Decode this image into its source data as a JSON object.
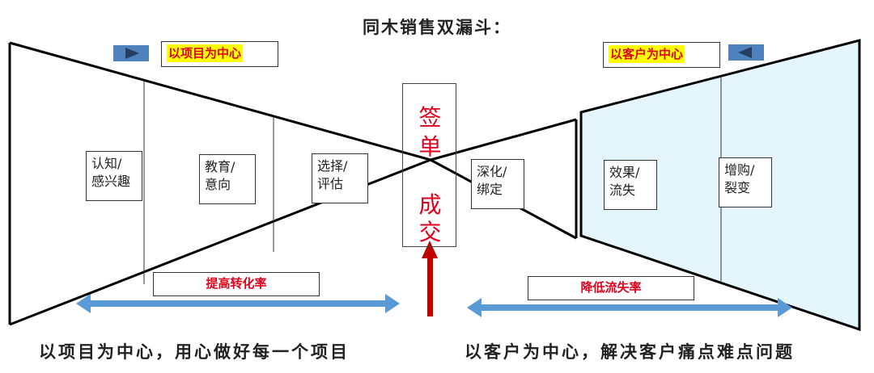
{
  "title": "同木销售双漏斗：",
  "left_funnel": {
    "tag": "以项目为中心",
    "stages": [
      "认知/\n感兴趣",
      "教育/\n意向",
      "选择/\n评估"
    ],
    "rate_label": "提高转化率",
    "caption": "以项目为中心，用心做好每一个项目"
  },
  "center": {
    "top_chars": [
      "签",
      "单"
    ],
    "bottom_chars": [
      "成",
      "交"
    ]
  },
  "right_funnel": {
    "tag": "以客户为中心",
    "stages": [
      "深化/\n绑定",
      "效果/\n流失",
      "增购/\n裂变"
    ],
    "rate_label": "降低流失率",
    "caption": "以客户为中心，解决客户痛点难点问题"
  },
  "colors": {
    "outline": "#000000",
    "highlight_fill": "#e4f6fb",
    "arrow_blue": "#5b9bd5",
    "arrow_red": "#c00000",
    "tag_yellow": "#ffff00",
    "accent_red": "#e0001b",
    "play_button": "#4f81bd"
  },
  "icons": {
    "left_button": "play-right-icon",
    "right_button": "play-left-icon"
  }
}
